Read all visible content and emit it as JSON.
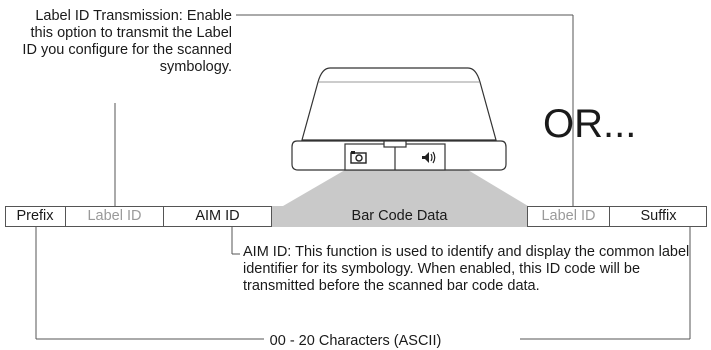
{
  "label_id_note": "Label ID Transmission: Enable this option to transmit the Label ID you configure for the scanned symbology.",
  "aim_id_note": "AIM ID: This function is used to identify and display the common label identifier for its symbology. When enabled, this ID code will be transmitted before the scanned bar code data.",
  "or_text": "OR...",
  "segments": {
    "prefix": "Prefix",
    "label_id_left": "Label ID",
    "aim_id": "AIM ID",
    "bar_code_data": "Bar Code Data",
    "label_id_right": "Label ID",
    "suffix": "Suffix"
  },
  "range_label": "00 - 20 Characters (ASCII)",
  "scanner_icons": [
    "camera-icon",
    "speaker-icon"
  ],
  "colors": {
    "data_fill": "#c9c9c9",
    "muted_text": "#9a9a9a",
    "line": "#555555"
  }
}
